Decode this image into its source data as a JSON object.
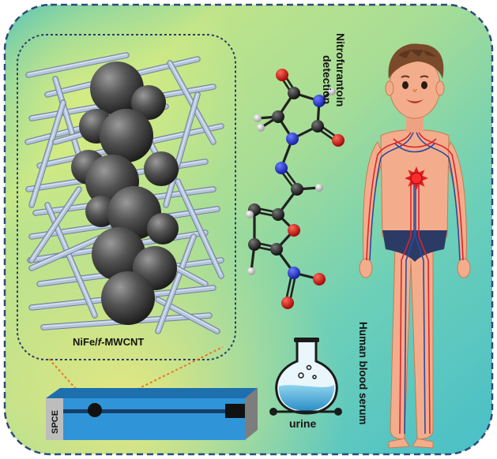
{
  "labels": {
    "composite": "NiFe/",
    "composite_italic": "f",
    "composite_suffix": "-MWCNT",
    "electrode": "SPCE",
    "analyte_line1": "Nitrofurantoin",
    "analyte_line2": "detection",
    "sample_urine": "urine",
    "sample_serum": "Human blood serum"
  },
  "colors": {
    "frame_border": "#2e4a7a",
    "inset_border": "#2a3d63",
    "nanotube": "#a9b9d3",
    "sphere": "#5e5e5e",
    "electrode_blue": "#2f95d8",
    "skin": "#f4ad8c",
    "vessel_red": "#d8262c",
    "vessel_blue": "#2b4aa0",
    "atom_carbon": "#2a2a2a",
    "atom_oxygen": "#d11616",
    "atom_nitrogen": "#2436c8",
    "atom_hydrogen": "#e6e6e6",
    "connector_orange": "#e8762a"
  },
  "icons": {
    "flask": "flask-icon",
    "body": "human-body-icon"
  }
}
